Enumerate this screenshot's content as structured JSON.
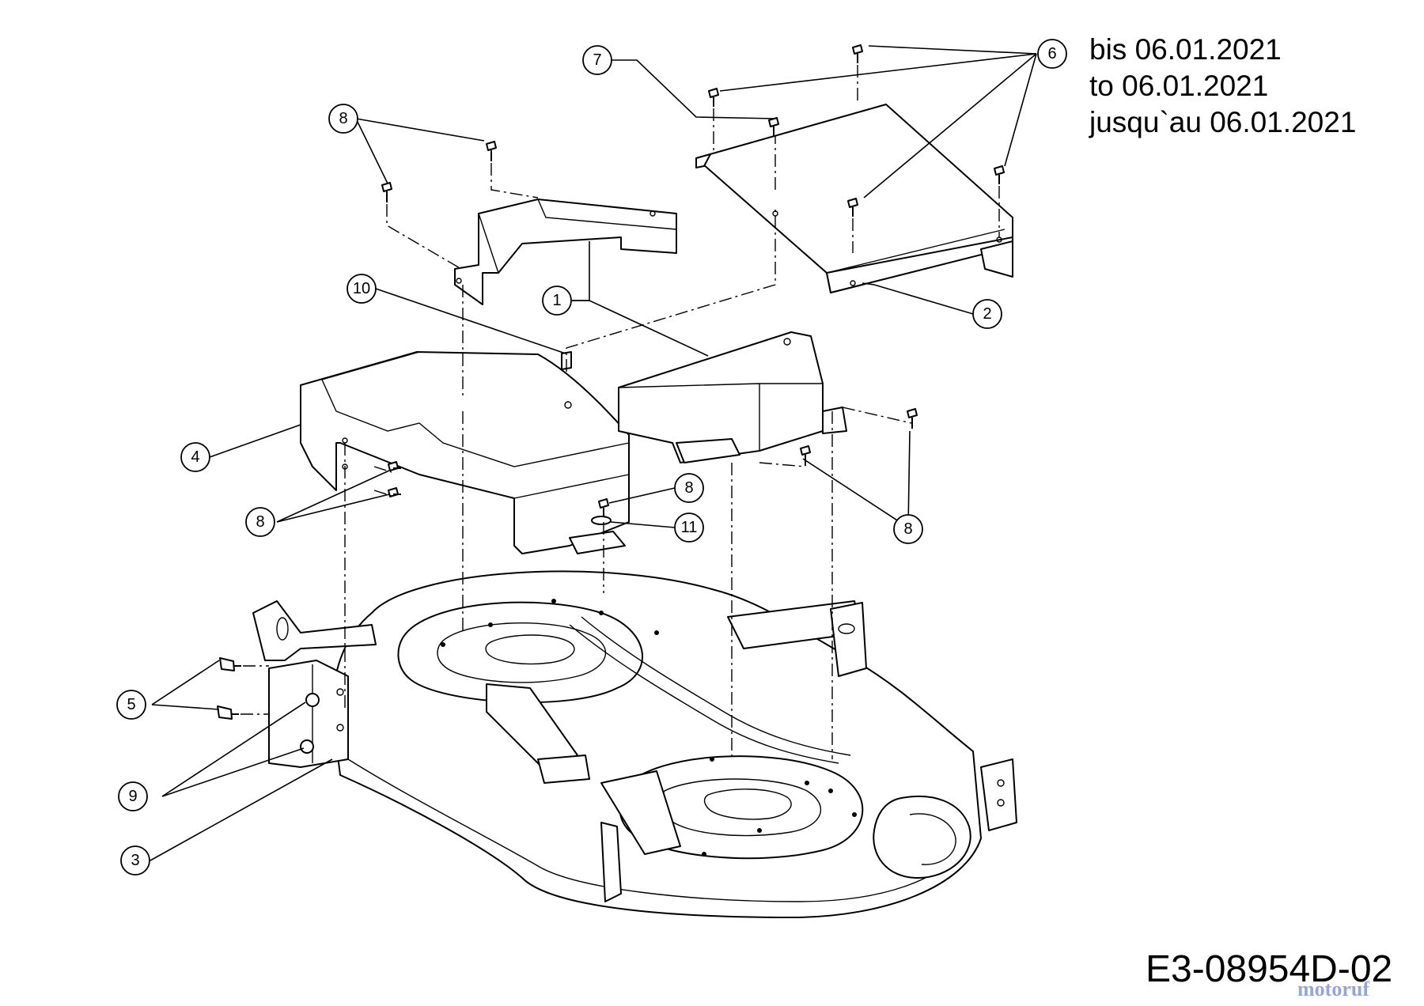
{
  "validity": {
    "line_de": "bis 06.01.2021",
    "line_en": "to 06.01.2021",
    "line_fr": "jusqu`au 06.01.2021"
  },
  "document_number": "E3-08954D-02",
  "watermark": "motoruf",
  "callouts": {
    "c1": "1",
    "c2": "2",
    "c3": "3",
    "c4": "4",
    "c5": "5",
    "c6": "6",
    "c7": "7",
    "c8a": "8",
    "c8b": "8",
    "c8c": "8",
    "c8d": "8",
    "c9": "9",
    "c10": "10",
    "c11": "11"
  },
  "colors": {
    "line": "#000000",
    "background": "#ffffff",
    "watermark": "#3b5fc0"
  }
}
